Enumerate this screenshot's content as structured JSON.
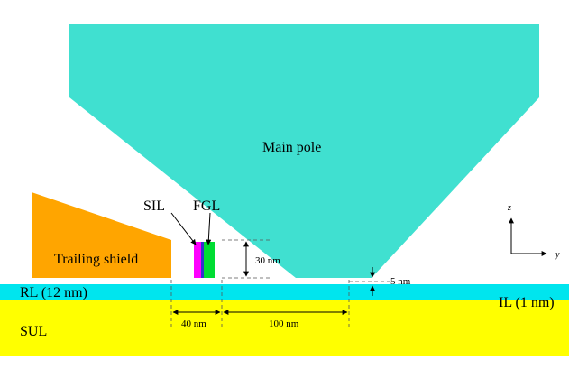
{
  "labels": {
    "main_pole": "Main pole",
    "trailing_shield": "Trailing shield",
    "sil": "SIL",
    "fgl": "FGL",
    "rl": "RL (12 nm)",
    "sul": "SUL",
    "il": "IL (1 nm)",
    "dim_30": "30 nm",
    "dim_5": "5 nm",
    "dim_40": "40 nm",
    "dim_100": "100 nm",
    "axis_z": "z",
    "axis_y": "y"
  },
  "colors": {
    "main_pole": "#40E0D0",
    "trailing_shield": "#FFA500",
    "sil": "#FF00FF",
    "sil_interlayer": "#3333CC",
    "fgl": "#00DD33",
    "rl": "#00E5EE",
    "sul": "#FFFF00",
    "dashed": "#555555",
    "arrow": "#000000"
  }
}
